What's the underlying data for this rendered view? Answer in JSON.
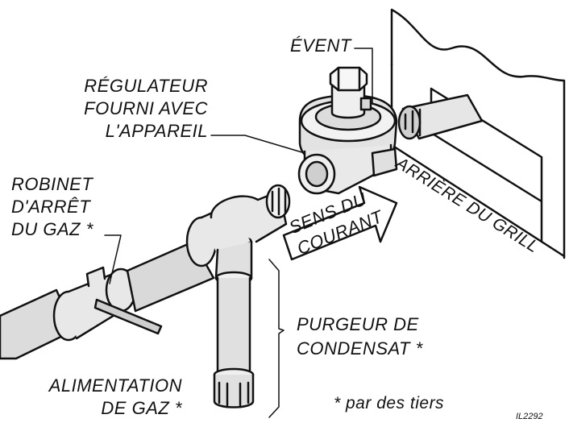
{
  "labels": {
    "vent": "ÉVENT",
    "regulator": [
      "RÉGULATEUR",
      "FOURNI AVEC",
      "L'APPAREIL"
    ],
    "shutoff_valve": [
      "ROBINET",
      "D'ARRÊT",
      "DU GAZ *"
    ],
    "grill_back": "ARRIÈRE DU GRILL",
    "flow_direction": [
      "SENS DU",
      "COURANT"
    ],
    "sediment_trap": [
      "PURGEUR DE",
      "CONDENSAT *"
    ],
    "gas_supply": [
      "ALIMENTATION",
      "DE GAZ *"
    ],
    "footnote": "* par des tiers",
    "figure_id": "IL2292"
  }
}
